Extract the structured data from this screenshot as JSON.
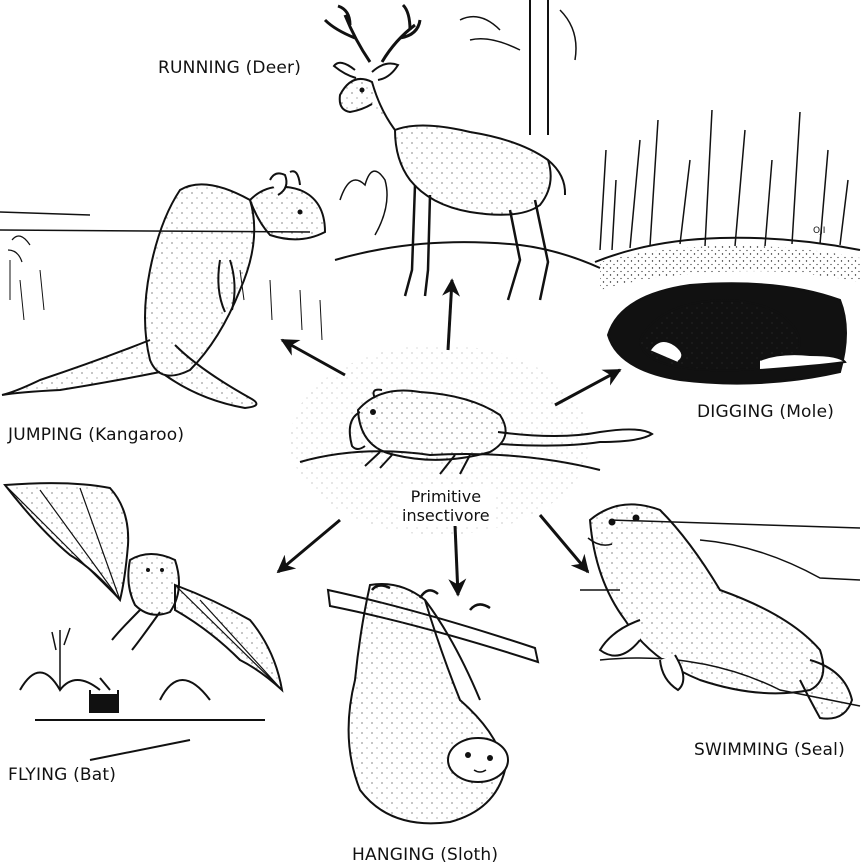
{
  "center_label": {
    "line1": "Primitive",
    "line2": "insectivore"
  },
  "labels": {
    "running": "RUNNING (Deer)",
    "jumping": "JUMPING (Kangaroo)",
    "digging": "DIGGING (Mole)",
    "flying": "FLYING (Bat)",
    "hanging": "HANGING (Sloth)",
    "swimming": "SWIMMING (Seal)"
  },
  "artist_signature": "OJI",
  "colors": {
    "ink": "#111111",
    "paper": "#ffffff"
  }
}
